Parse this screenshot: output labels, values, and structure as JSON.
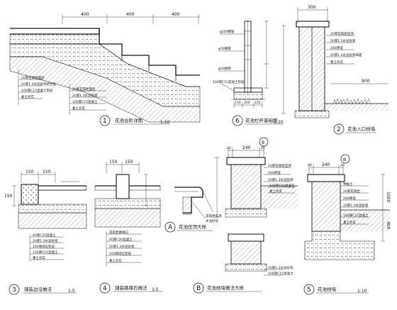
{
  "details": [
    {
      "num": "1",
      "title": "花池台阶详图",
      "scale": "1:10",
      "dims": [
        "400",
        "400",
        "400"
      ],
      "notes": [
        "20厚花岗岩面层",
        "20厚1:3水泥砂浆结合层",
        "100厚C15混凝土垫层",
        "素土夯实",
        "20厚花岗岩面层",
        "20厚1:3水泥砂浆",
        "100厚C15混凝土",
        "素土夯实"
      ]
    },
    {
      "num": "6",
      "title": "花池栏杆基础图",
      "scale": "1:20",
      "dims": [
        "150",
        "300",
        "150"
      ],
      "notes": [
        "φ100钢管",
        "φ50钢管",
        "100厚C15混凝土垫层"
      ]
    },
    {
      "num": "2",
      "title": "花池入口挡墙",
      "scale": "",
      "dims": [
        "300"
      ],
      "notes": [
        "20厚花岗岩压顶",
        "20厚1:3水泥砂浆",
        "240砖墙",
        "20厚1:3水泥砂浆抹面",
        "素土夯实"
      ]
    },
    {
      "num": "3",
      "title": "铺装边沿做法",
      "scale": "1:5",
      "dims": [
        "150",
        "150"
      ],
      "notes": [
        "40厚C20混凝土",
        "20厚1:3水泥砂浆",
        "100厚碎石垫层",
        "150厚C15混凝土",
        "素土夯实"
      ]
    },
    {
      "num": "4",
      "title": "铺装路缘石做法",
      "scale": "1:5",
      "dims": [
        "150",
        "150"
      ],
      "notes": [
        "花岗岩路缘石",
        "40厚C20混凝土",
        "20厚1:3水泥砂浆",
        "150厚碎石垫层",
        "素土夯实"
      ]
    },
    {
      "num": "A",
      "title": "花池压顶大样",
      "scale": "",
      "notes": [
        "花岗岩压顶",
        "水泥砂浆"
      ]
    },
    {
      "num": "B",
      "title": "花池挡墙做法大样",
      "scale": "",
      "dims": [
        "20",
        "240",
        "20"
      ],
      "notes": [
        "20厚花岗岩压顶",
        "240砖墙",
        "20厚1:3水泥砂浆",
        "100厚C15混凝土",
        "素土夯实",
        "20厚1:3水泥砂浆",
        "100厚C15混凝土"
      ]
    },
    {
      "num": "5",
      "title": "花池挡墙",
      "scale": "1:10",
      "dims": [
        "20",
        "240",
        "20",
        "1000",
        "400"
      ],
      "notes": [
        "种植土",
        "20厚花岗岩",
        "240砖墙",
        "20厚1:3水泥砂浆",
        "100厚C15混凝土",
        "素土夯实"
      ]
    }
  ],
  "callouts": {
    "B1": "B",
    "B2": "B",
    "A": "A"
  },
  "extra_dims": {
    "wall_height": "900",
    "side_dim": "150"
  }
}
